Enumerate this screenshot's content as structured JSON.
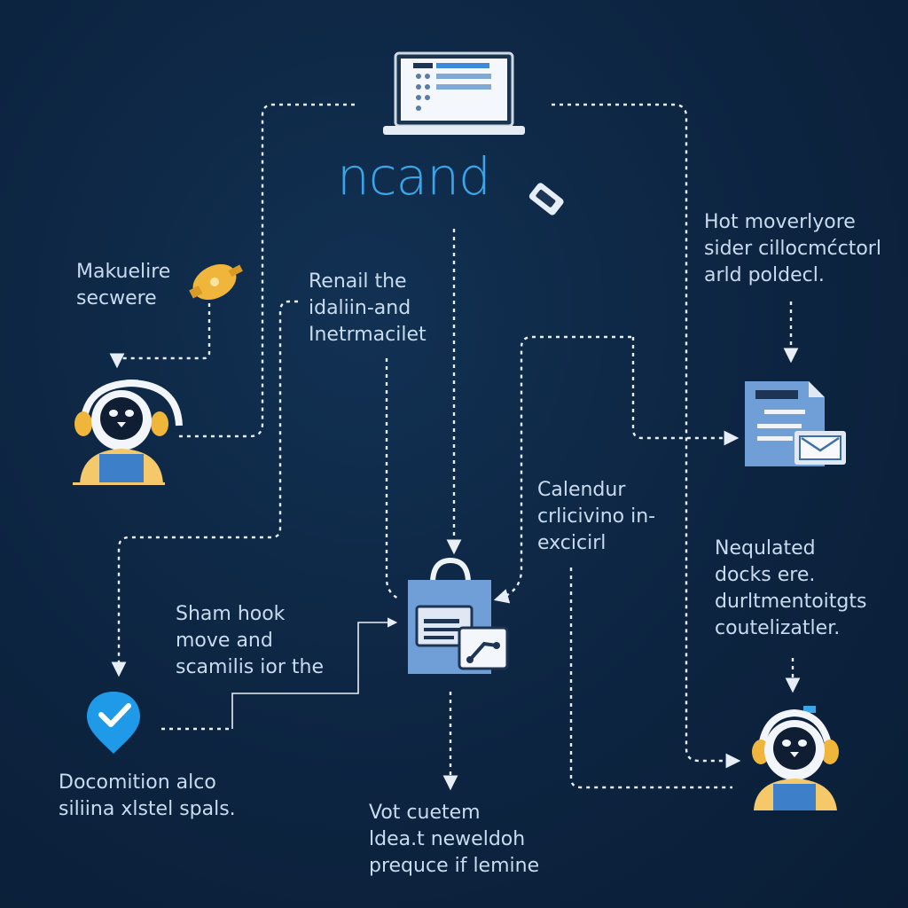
{
  "diagram": {
    "title": "ncand",
    "colors": {
      "background": "#0d2643",
      "title": "#3aa6ea",
      "line": "#e8eef6",
      "text": "#c9dbef",
      "accent_gold": "#f0b63c",
      "doc_blue": "#6f9fd6"
    },
    "labels": {
      "make_secure": [
        "Makuelire",
        "secwere"
      ],
      "rental": [
        "Renail the",
        "idaliin-and",
        "Inetrmacilet"
      ],
      "host": [
        "Hot moverlyore",
        "sider cillocmćctorl",
        "arld poldecl."
      ],
      "calendar": [
        "Calendur",
        "crlicivino in-",
        "excicirl"
      ],
      "regulated": [
        "Nequlated",
        "docks ere.",
        "durltmentoitgts",
        "coutelizatler."
      ],
      "sham": [
        "Sham hook",
        "move and",
        "scamilis ior the"
      ],
      "documentation": [
        "Docomition alco",
        "siliina xlstel spals."
      ],
      "vot": [
        "Vot cuetem",
        "ldea.t neweldoh",
        "prequce if lemine"
      ]
    }
  }
}
